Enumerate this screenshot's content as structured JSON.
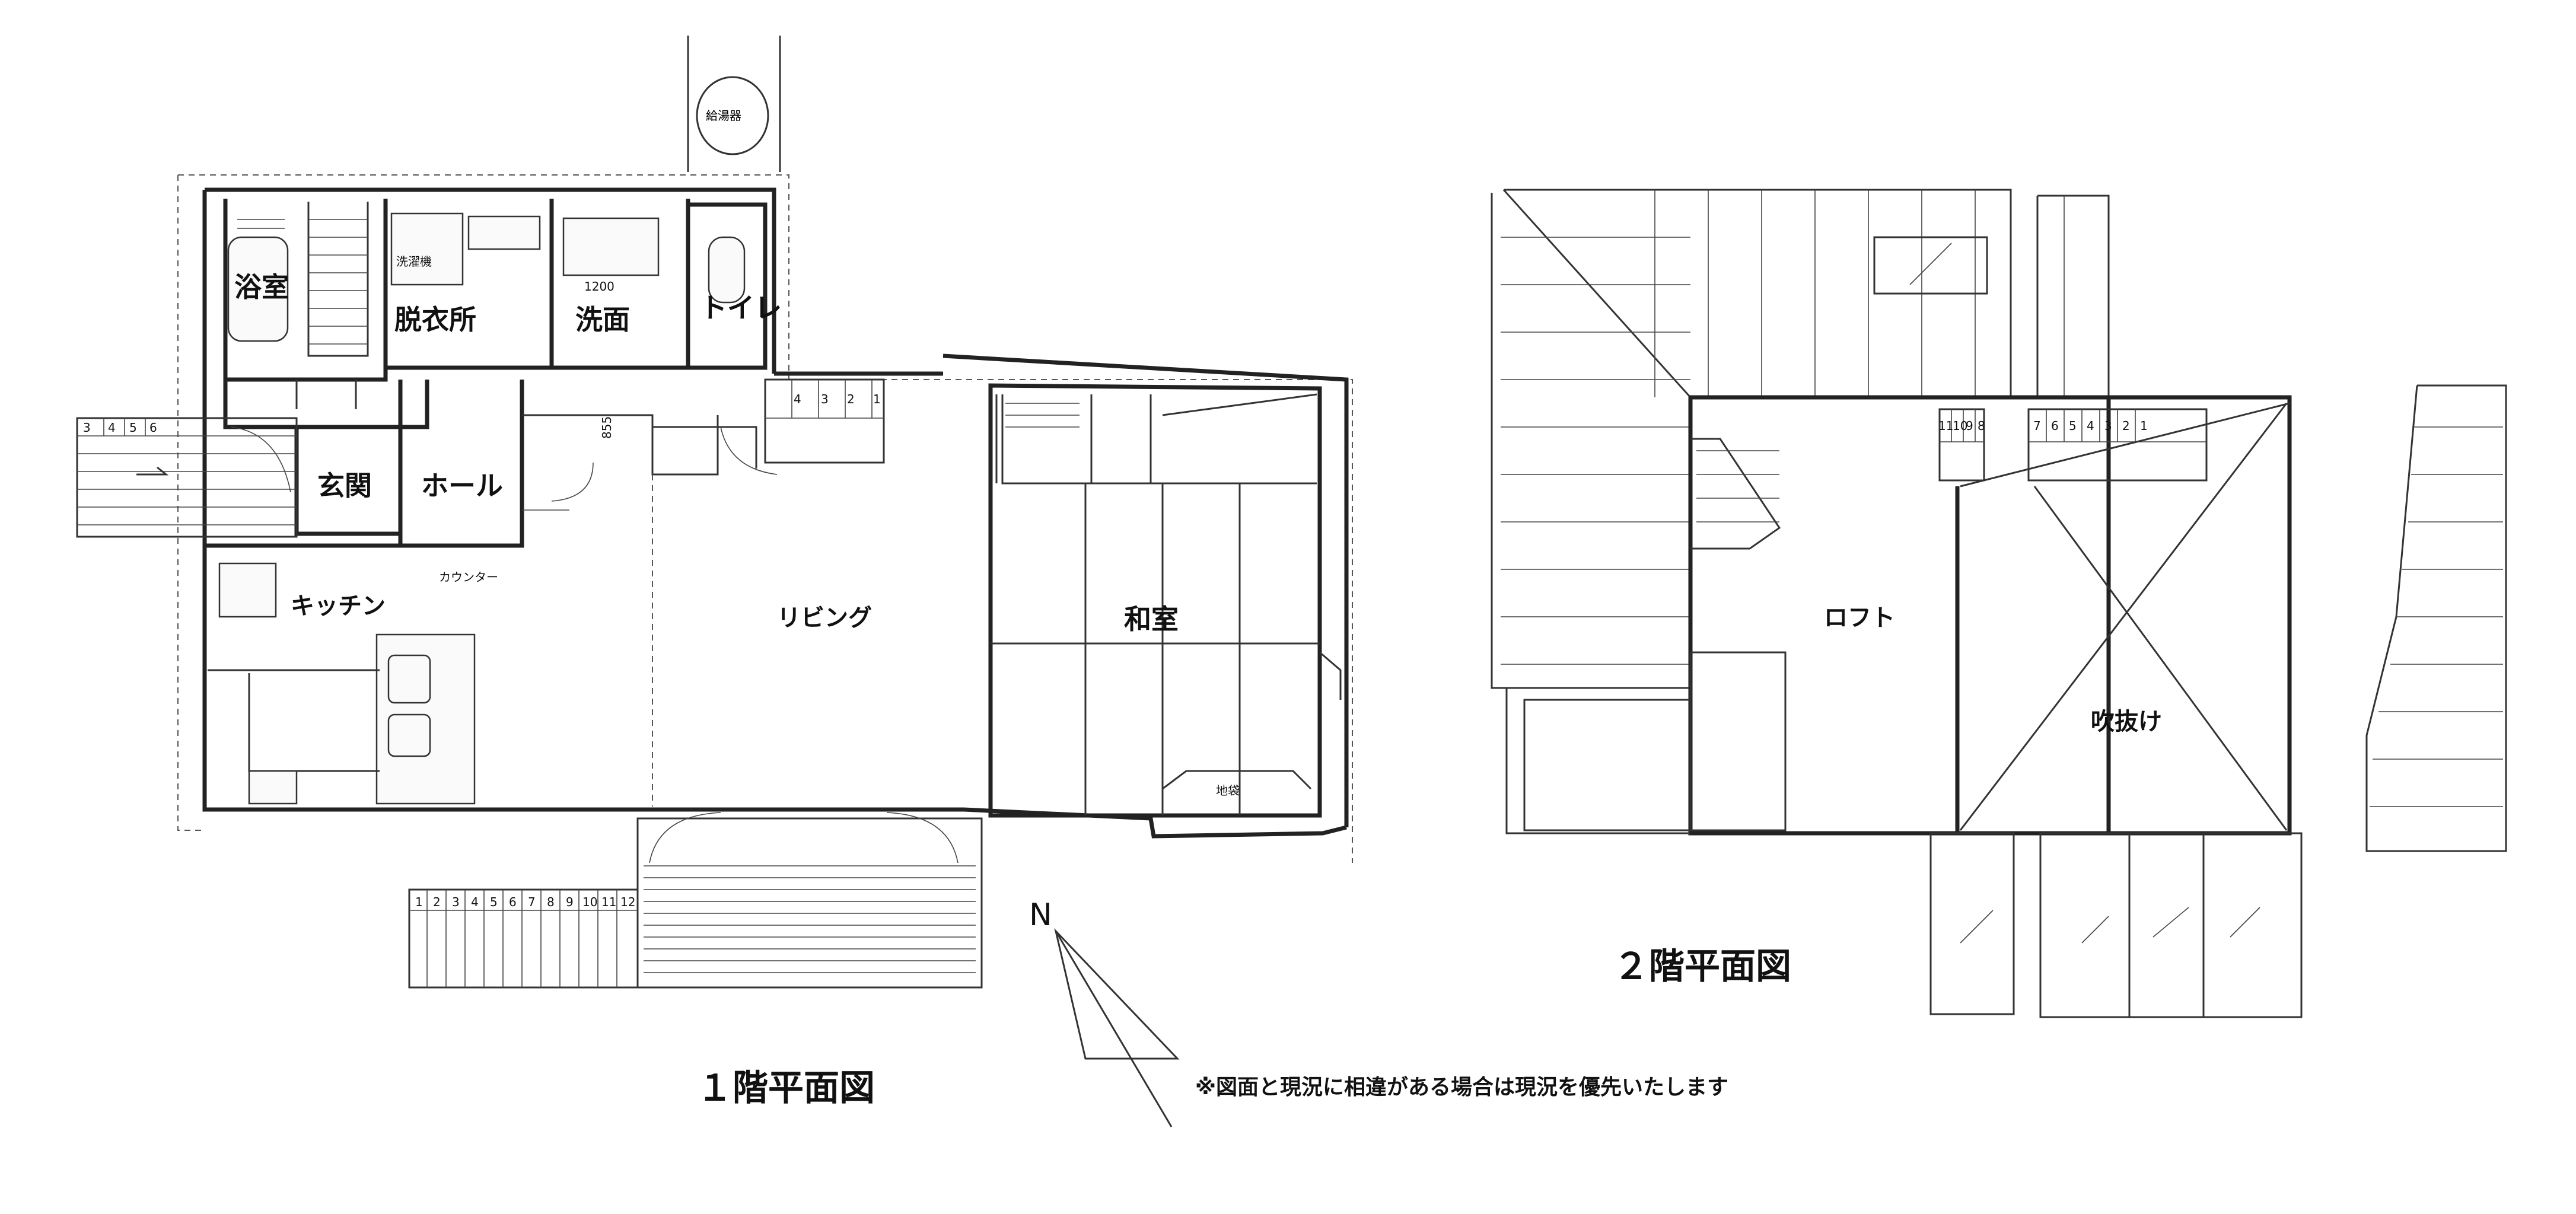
{
  "floor1": {
    "title": "１階平面図",
    "rooms": {
      "bath": "浴室",
      "dressing": "脱衣所",
      "washroom": "洗面",
      "toilet": "トイレ",
      "entrance": "玄関",
      "hall": "ホール",
      "kitchen": "キッチン",
      "living": "リビング",
      "japanese_room": "和室"
    },
    "small_labels": {
      "washer": "洗濯機",
      "sink_width": "1200",
      "dim_855": "855",
      "toko": "地袋",
      "counter": "カウンター"
    },
    "stair_steps_left": [
      "3",
      "4",
      "5",
      "6"
    ],
    "stair_steps_top": [
      "4",
      "3",
      "2",
      "1"
    ],
    "stair_steps_bottom": [
      "1",
      "2",
      "3",
      "4",
      "5",
      "6",
      "7",
      "8",
      "9",
      "10",
      "11",
      "12"
    ]
  },
  "floor2": {
    "title": "２階平面図",
    "rooms": {
      "loft": "ロフト",
      "void": "吹抜け"
    },
    "stair_steps_a": [
      "11",
      "10",
      "9",
      "8"
    ],
    "stair_steps_b": [
      "7",
      "6",
      "5",
      "4",
      "3",
      "2",
      "1"
    ]
  },
  "north": {
    "label": "N"
  },
  "disclaimer": "※図面と現況に相違がある場合は現況を優先いたします"
}
